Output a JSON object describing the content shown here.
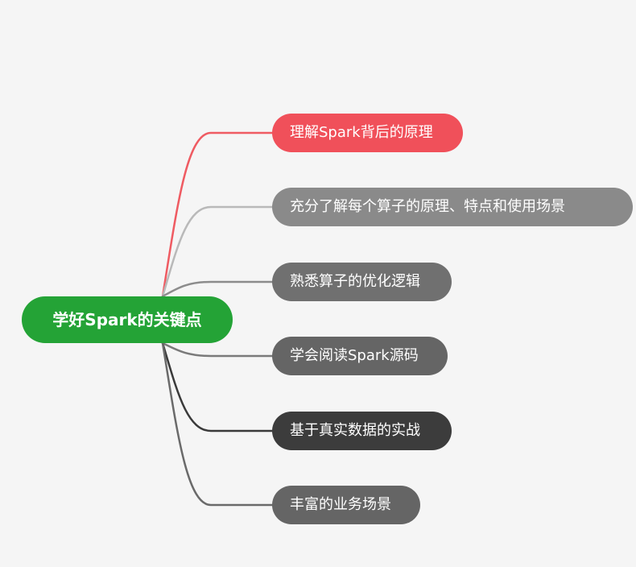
{
  "root": {
    "label": "学好Spark的关键点",
    "color": "#24a336"
  },
  "branches": [
    {
      "label": "理解Spark背后的原理",
      "color": "#f0505a",
      "line_color": "#ef5b62"
    },
    {
      "label": "充分了解每个算子的原理、特点和使用场景",
      "color": "#8a8a8a",
      "line_color": "#b9b9b9"
    },
    {
      "label": "熟悉算子的优化逻辑",
      "color": "#707070",
      "line_color": "#8c8c8c"
    },
    {
      "label": "学会阅读Spark源码",
      "color": "#656565",
      "line_color": "#7a7a7a"
    },
    {
      "label": "基于真实数据的实战",
      "color": "#3c3c3c",
      "line_color": "#3a3a3a"
    },
    {
      "label": "丰富的业务场景",
      "color": "#656565",
      "line_color": "#6a6a6a"
    }
  ]
}
